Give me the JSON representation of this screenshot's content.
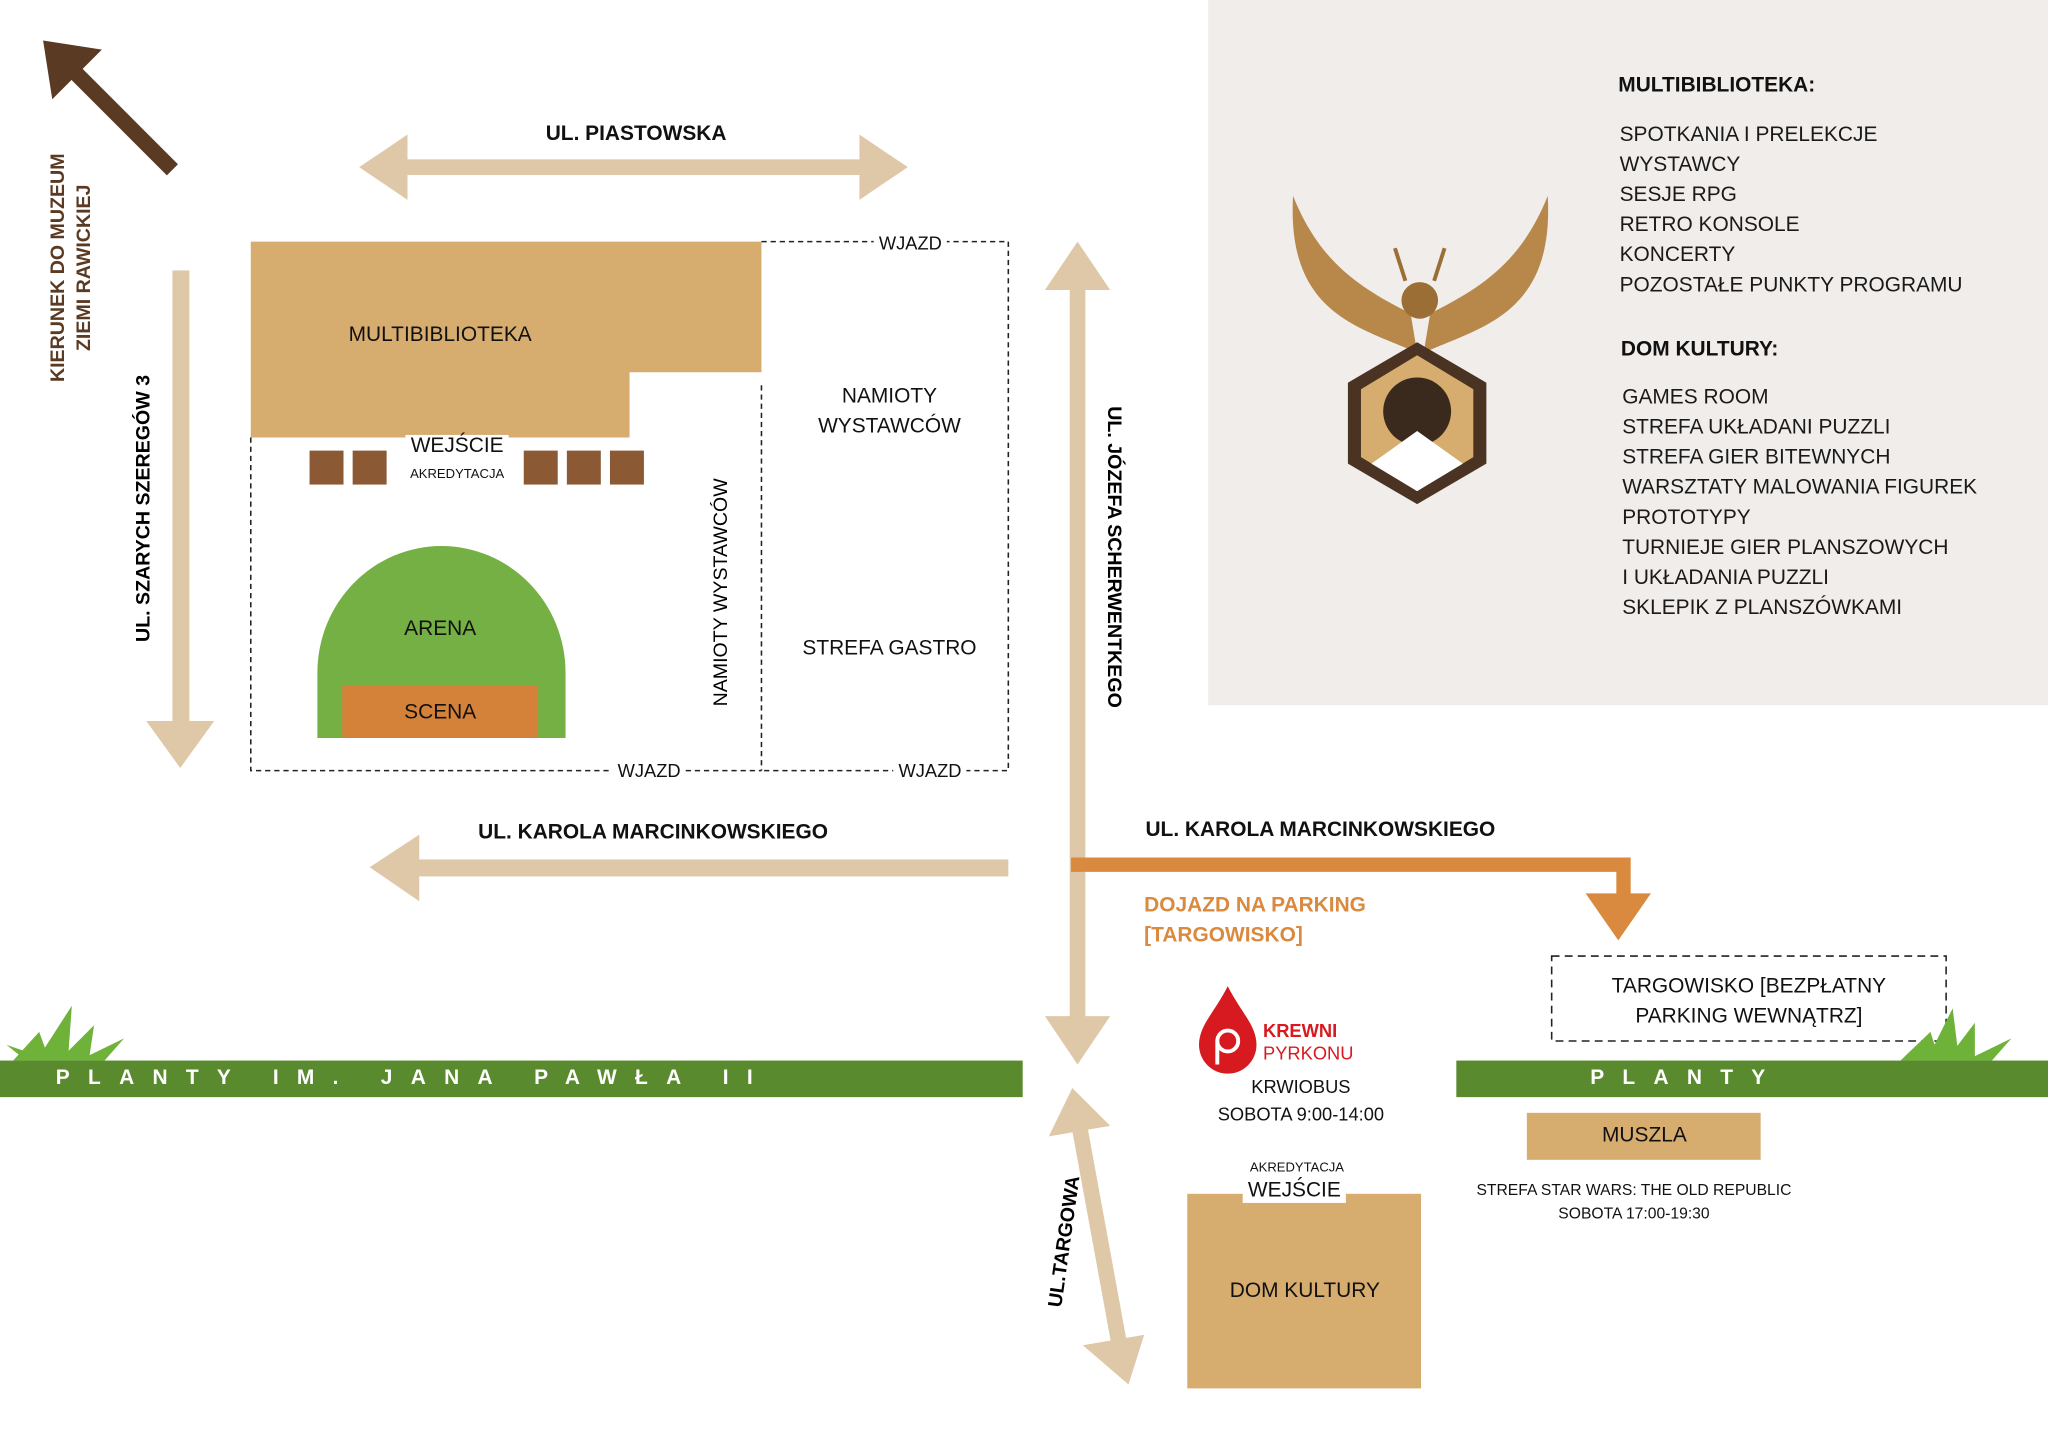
{
  "direction": {
    "line1": "KIERUNEK DO MUZEUM",
    "line2": "ZIEMI RAWICKIEJ"
  },
  "streets": {
    "piastowska": "UL. PIASTOWSKA",
    "szarych": "UL. SZARYCH SZEREGÓW 3",
    "scherwentkego": "UL. JÓZEFA SCHERWENTKEGO",
    "marcinkowskiego_left": "UL. KAROLA MARCINKOWSKIEGO",
    "marcinkowskiego_right": "UL. KAROLA MARCINKOWSKIEGO",
    "targowa": "UL.TARGOWA"
  },
  "venue": {
    "multibiblioteka": "MULTIBIBLIOTEKA",
    "wejscie": "WEJŚCIE",
    "akredytacja": "AKREDYTACJA",
    "arena": "ARENA",
    "scena": "SCENA",
    "namioty_vertical": "NAMIOTY WYSTAWCÓW",
    "namioty_line1": "NAMIOTY",
    "namioty_line2": "WYSTAWCÓW",
    "strefa_gastro": "STREFA GASTRO",
    "wjazd_top": "WJAZD",
    "wjazd_bottom_left": "WJAZD",
    "wjazd_bottom_right": "WJAZD"
  },
  "parking": {
    "line1": "DOJAZD NA PARKING",
    "line2": "[TARGOWISKO]",
    "box_line1": "TARGOWISKO [BEZPŁATNY",
    "box_line2": "PARKING WEWNĄTRZ]"
  },
  "planty": {
    "left": "PLANTY IM. JANA PAWŁA II",
    "right": "PLANTY"
  },
  "krewni": {
    "logo_line1": "KREWNI",
    "logo_line2": "PYRKONU",
    "name": "KRWIOBUS",
    "time": "SOBOTA 9:00-14:00"
  },
  "dom_kultury": {
    "name": "DOM KULTURY",
    "akredytacja": "AKREDYTACJA",
    "wejscie": "WEJŚCIE"
  },
  "muszla": {
    "name": "MUSZLA",
    "line1": "STREFA STAR WARS: THE OLD REPUBLIC",
    "line2": "SOBOTA 17:00-19:30"
  },
  "program": {
    "multibiblioteka_title": "MULTIBIBLIOTEKA:",
    "multibiblioteka_items": [
      "SPOTKANIA I PRELEKCJE",
      "WYSTAWCY",
      "SESJE RPG",
      "RETRO KONSOLE",
      "KONCERTY",
      "POZOSTAŁE PUNKTY PROGRAMU"
    ],
    "dom_kultury_title": "DOM KULTURY:",
    "dom_kultury_items": [
      "GAMES ROOM",
      "STREFA UKŁADANI PUZZLI",
      "STREFA GIER BITEWNYCH",
      "WARSZTATY MALOWANIA FIGUREK",
      "PROTOTYPY",
      "TURNIEJE GIER PLANSZOWYCH",
      "I UKŁADANIA PUZZLI",
      "SKLEPIK Z PLANSZÓWKAMI"
    ]
  },
  "colors": {
    "road": "#dfc8a8",
    "building": "#d6ac6f",
    "arena": "#74b043",
    "scena": "#d4813a",
    "orange": "#d98a3e",
    "planty": "#5a8a2e",
    "brown": "#5a3a22",
    "stall": "#8b5a35",
    "panel": "#f0edea",
    "krewni": "#d71920"
  }
}
